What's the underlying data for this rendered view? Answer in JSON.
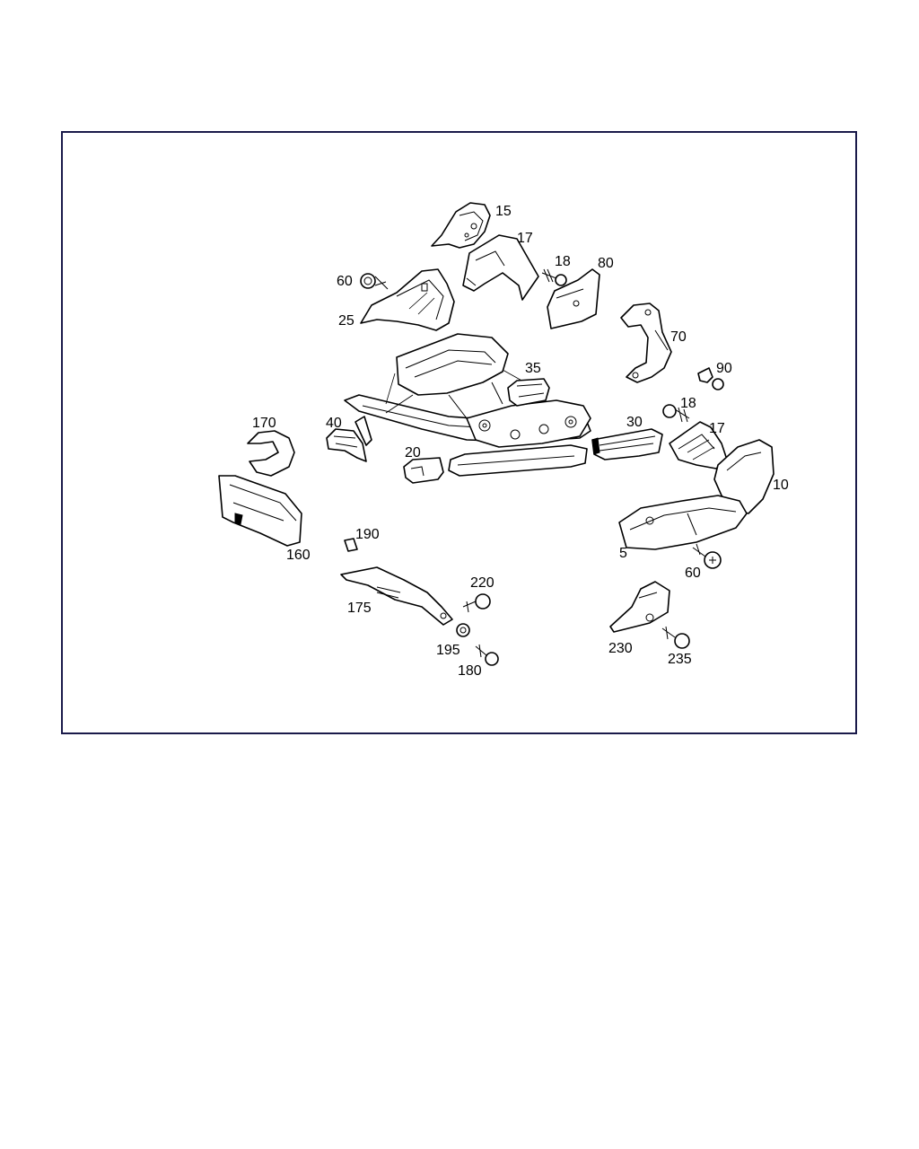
{
  "diagram": {
    "border_color": "#1a1a4a",
    "callouts": {
      "c15": "15",
      "c17a": "17",
      "c18a": "18",
      "c80": "80",
      "c60a": "60",
      "c25": "25",
      "c70": "70",
      "c35": "35",
      "c90": "90",
      "c18b": "18",
      "c170": "170",
      "c40": "40",
      "c30": "30",
      "c17b": "17",
      "c20": "20",
      "c10": "10",
      "c160": "160",
      "c5": "5",
      "c190": "190",
      "c60b": "60",
      "c220": "220",
      "c175": "175",
      "c195": "195",
      "c230": "230",
      "c180": "180",
      "c235": "235"
    }
  }
}
